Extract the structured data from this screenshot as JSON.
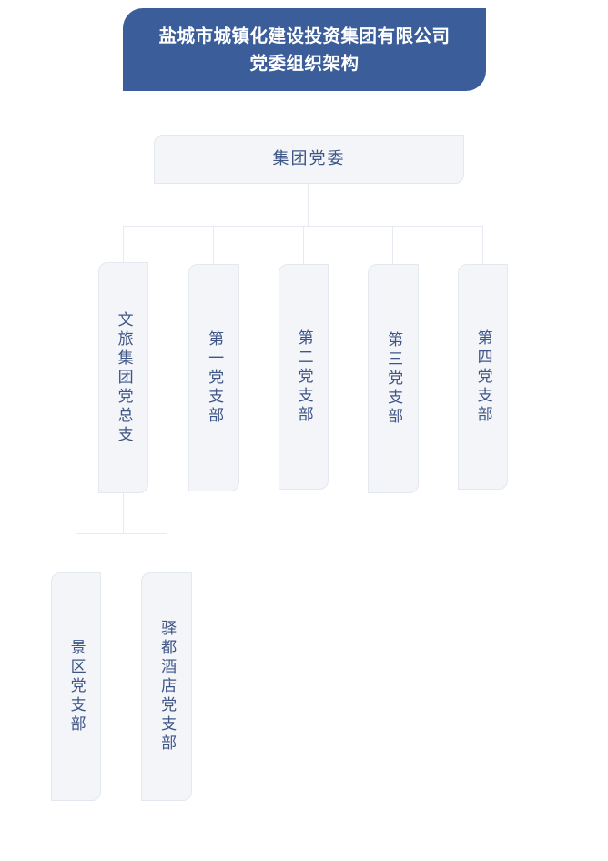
{
  "title": {
    "line1": "盐城市城镇化建设投资集团有限公司",
    "line2": "党委组织架构",
    "full": "盐城市城镇化建设投资集团有限公司\n党委组织架构"
  },
  "colors": {
    "banner_background": "#3B5E9B",
    "banner_text": "#FFFFFF",
    "node_background": "#F3F5F9",
    "node_border": "#E4E8EF",
    "node_text": "#3E5586",
    "connector": "#E7EAF0",
    "page_background": "#FFFFFF"
  },
  "chart_data": {
    "type": "org-chart",
    "title": "盐城市城镇化建设投资集团有限公司党委组织架构",
    "orientation": "top-down",
    "levels": 3,
    "root": {
      "id": "group-party-committee",
      "label": "集团党委",
      "text_direction": "horizontal"
    },
    "branches": [
      {
        "id": "culture-tourism-group-party-general-branch",
        "label": "文旅集团党总支",
        "text_direction": "vertical",
        "children": [
          {
            "id": "scenic-area-party-branch",
            "label": "景区党支部",
            "text_direction": "vertical"
          },
          {
            "id": "yidu-hotel-party-branch",
            "label": "驿都酒店党支部",
            "text_direction": "vertical"
          }
        ]
      },
      {
        "id": "first-party-branch",
        "label": "第一党支部",
        "text_direction": "vertical",
        "children": []
      },
      {
        "id": "second-party-branch",
        "label": "第二党支部",
        "text_direction": "vertical",
        "children": []
      },
      {
        "id": "third-party-branch",
        "label": "第三党支部",
        "text_direction": "vertical",
        "children": []
      },
      {
        "id": "fourth-party-branch",
        "label": "第四党支部",
        "text_direction": "vertical",
        "children": []
      }
    ]
  },
  "nodes": {
    "root": {
      "label": "集团党委"
    },
    "b1": {
      "label": "文旅集团党总支"
    },
    "b2": {
      "label": "第一党支部"
    },
    "b3": {
      "label": "第二党支部"
    },
    "b4": {
      "label": "第三党支部"
    },
    "b5": {
      "label": "第四党支部"
    },
    "c1": {
      "label": "景区党支部"
    },
    "c2": {
      "label": "驿都酒店党支部"
    }
  }
}
